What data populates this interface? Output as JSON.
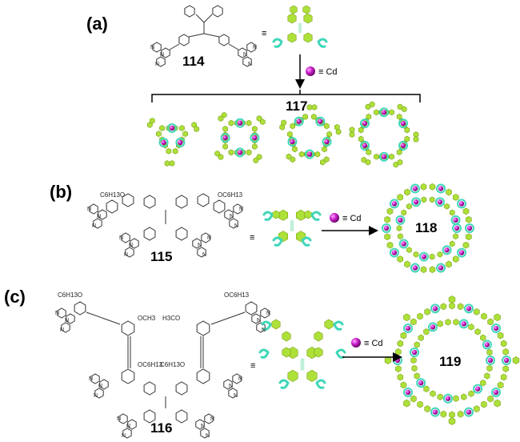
{
  "panels": {
    "a": "(a)",
    "b": "(b)",
    "c": "(c)"
  },
  "compounds": {
    "c114": "114",
    "c115": "115",
    "c116": "116",
    "c117": "117",
    "c118": "118",
    "c119": "119"
  },
  "legend": {
    "equiv": "≡",
    "cd_label": "≡ Cd"
  },
  "atoms": {
    "n": "N"
  },
  "substituents": {
    "hexyloxy_left": "C6H13O",
    "hexyloxy_right": "OC6H13",
    "methoxy_right": "OCH3",
    "methoxy_left": "H3CO"
  },
  "colors": {
    "ligand_green": "#aee03a",
    "linker_cyan": "#3fd6b8",
    "cadmium": "#cc1fcc"
  }
}
